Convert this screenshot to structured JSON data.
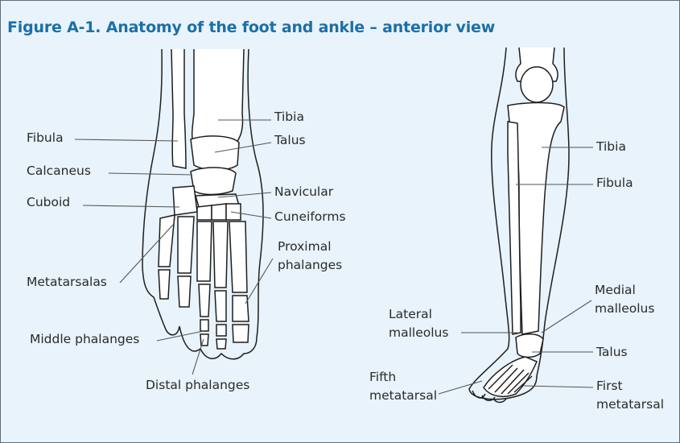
{
  "figure": {
    "title": "Figure A-1. Anatomy of the foot and ankle – anterior view",
    "colors": {
      "background": "#e8f3fb",
      "title": "#1b6fa8",
      "border": "#5c6f7c"
    }
  },
  "foot_labels": {
    "tibia": "Tibia",
    "fibula": "Fibula",
    "talus": "Talus",
    "calcaneus": "Calcaneus",
    "navicular": "Navicular",
    "cuboid": "Cuboid",
    "cuneiforms": "Cuneiforms",
    "proximal_phalanges_1": "Proximal",
    "proximal_phalanges_2": "phalanges",
    "metatarsalas": "Metatarsalas",
    "middle_phalanges": "Middle phalanges",
    "distal_phalanges": "Distal phalanges"
  },
  "leg_labels": {
    "tibia": "Tibia",
    "fibula": "Fibula",
    "medial_malleolus_1": "Medial",
    "medial_malleolus_2": "malleolus",
    "lateral_malleolus_1": "Lateral",
    "lateral_malleolus_2": "malleolus",
    "talus": "Talus",
    "fifth_metatarsal_1": "Fifth",
    "fifth_metatarsal_2": "metatarsal",
    "first_metatarsal_1": "First",
    "first_metatarsal_2": "metatarsal"
  }
}
